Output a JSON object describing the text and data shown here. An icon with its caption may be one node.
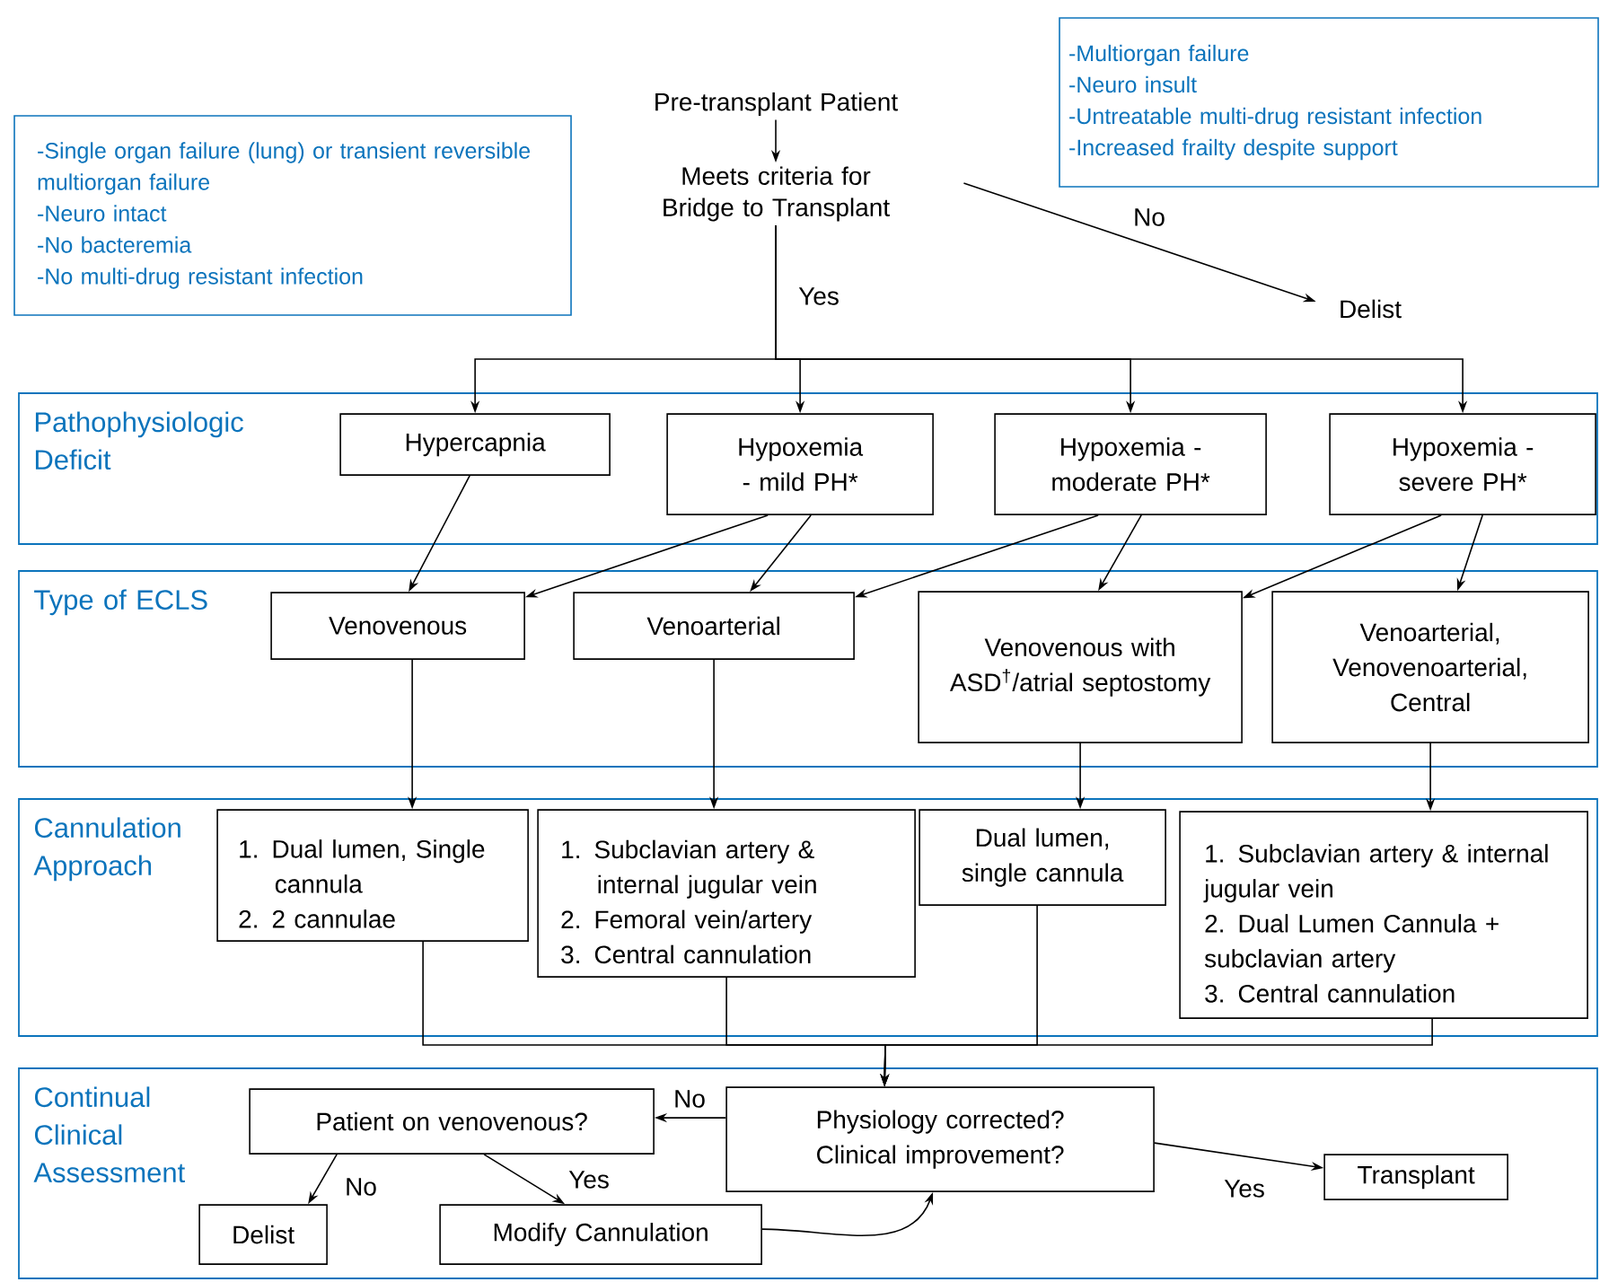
{
  "diagram": {
    "nodes": [
      {
        "text": [
          "Pre-transplant Patient"
        ]
      },
      {
        "text": [
          "Meets criteria for Bridge to Transplant"
        ]
      },
      {
        "text": [
          "-Single organ failure (lung) or transient reversible multiorgan failure",
          "-Neuro intact",
          "-No bacteremia",
          "-No multi-drug resistant infection"
        ]
      },
      {
        "text": [
          "-Multiorgan failure",
          "-Neuro insult",
          "-Untreatable multi-drug resistant infection",
          "-Increased frailty despite support"
        ]
      },
      {
        "text": [
          "Delist"
        ]
      },
      {
        "text": [
          "Pathophysiologic Deficit"
        ]
      },
      {
        "text": [
          "Hypercapnia"
        ],
        "in": 5
      },
      {
        "text": [
          "Hypoxemia - mild PH*"
        ],
        "in": 5
      },
      {
        "text": [
          "Hypoxemia - moderate PH*"
        ],
        "in": 5
      },
      {
        "text": [
          "Hypoxemia - severe PH*"
        ],
        "in": 5
      },
      {
        "text": [
          "Type of ECLS"
        ]
      },
      {
        "text": [
          "Venovenous"
        ],
        "in": 10
      },
      {
        "text": [
          "Venoarterial"
        ],
        "in": 10
      },
      {
        "text": [
          "Venovenous with ASD$^{†}$/atrial septostomy"
        ],
        "in": 10
      },
      {
        "text": [
          "Venoarterial, Venovenoarterial, Central"
        ],
        "in": 10
      },
      {
        "text": [
          "Cannulation Approach"
        ]
      },
      {
        "text": [
          "1. Dual lumen, Single cannula",
          "2. 2 cannulae"
        ],
        "in": 15
      },
      {
        "text": [
          "1. Subclavian artery & internal jugular vein",
          "2. Femoral vein/artery",
          "3. Central cannulation"
        ],
        "in": 15
      },
      {
        "text": [
          "Dual lumen, single cannula"
        ],
        "in": 15
      },
      {
        "text": [
          "1. Subclavian artery & internal jugular vein",
          "2. Dual Lumen Cannula + subclavian artery",
          "3. Central cannulation"
        ],
        "in": 15
      },
      {
        "text": [
          "Continual Clinical Assessment"
        ]
      },
      {
        "text": [
          "Patient on venovenous?"
        ],
        "in": 20
      },
      {
        "text": [
          "Physiology corrected? Clinical improvement?"
        ],
        "in": 20
      },
      {
        "text": [
          "Transplant"
        ],
        "in": 20
      },
      {
        "text": [
          "Delist"
        ],
        "in": 20
      },
      {
        "text": [
          "Modify Cannulation"
        ],
        "in": 20
      }
    ],
    "edges": [
      {
        "from": 0,
        "to": 1,
        "arrow": "to"
      },
      {
        "from": 1,
        "to": 4,
        "arrow": "to",
        "label": "No"
      },
      {
        "from": 1,
        "to": 6,
        "arrow": "to",
        "label": "Yes"
      },
      {
        "from": 1,
        "to": 7,
        "arrow": "to"
      },
      {
        "from": 1,
        "to": 8,
        "arrow": "to"
      },
      {
        "from": 1,
        "to": 9,
        "arrow": "to"
      },
      {
        "from": 6,
        "to": 11,
        "arrow": "to"
      },
      {
        "from": 7,
        "to": 11,
        "arrow": "to"
      },
      {
        "from": 7,
        "to": 12,
        "arrow": "to"
      },
      {
        "from": 8,
        "to": 12,
        "arrow": "to"
      },
      {
        "from": 8,
        "to": 13,
        "arrow": "to"
      },
      {
        "from": 9,
        "to": 13,
        "arrow": "to"
      },
      {
        "from": 9,
        "to": 14,
        "arrow": "to"
      },
      {
        "from": 11,
        "to": 16,
        "arrow": "to"
      },
      {
        "from": 12,
        "to": 17,
        "arrow": "to"
      },
      {
        "from": 13,
        "to": 18,
        "arrow": "to"
      },
      {
        "from": 14,
        "to": 19,
        "arrow": "to"
      },
      {
        "from": 16,
        "to": 22,
        "arrow": "to"
      },
      {
        "from": 17,
        "to": 22,
        "arrow": "to"
      },
      {
        "from": 18,
        "to": 22,
        "arrow": "to"
      },
      {
        "from": 19,
        "to": 22,
        "arrow": "to"
      },
      {
        "from": 22,
        "to": 21,
        "arrow": "to",
        "label": "No"
      },
      {
        "from": 21,
        "to": 24,
        "arrow": "to",
        "label": "No"
      },
      {
        "from": 21,
        "to": 25,
        "arrow": "to",
        "label": "Yes"
      },
      {
        "from": 25,
        "to": 22,
        "arrow": "to"
      },
      {
        "from": 22,
        "to": 23,
        "arrow": "to",
        "label": "Yes"
      }
    ]
  }
}
